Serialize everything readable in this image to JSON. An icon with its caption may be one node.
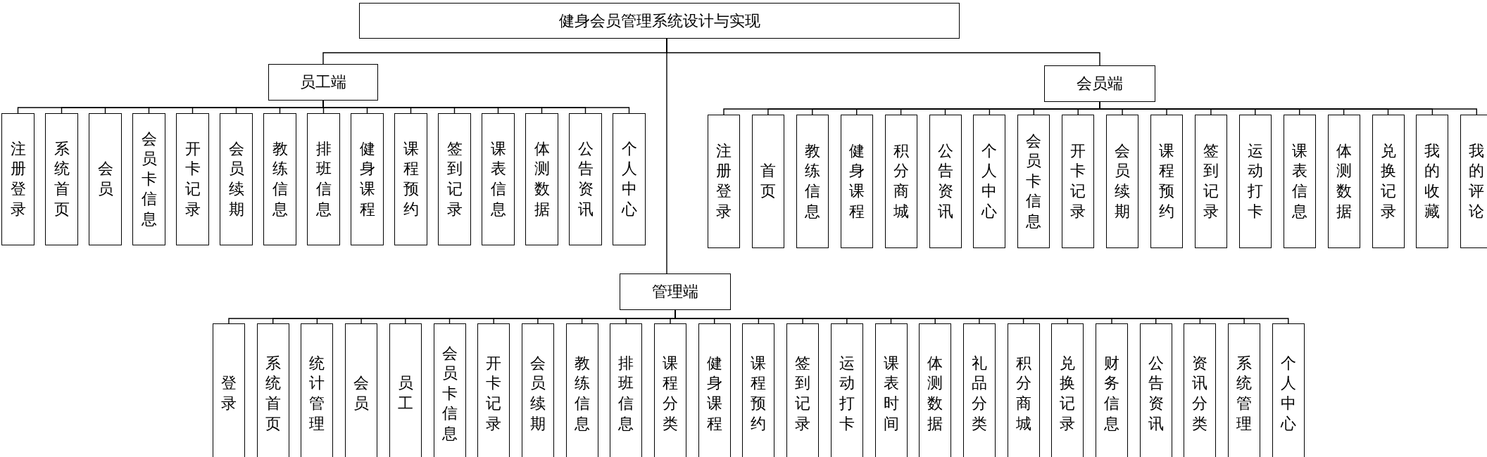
{
  "diagram": {
    "nodes": [
      {
        "text": [
          "健身会员管理系统设计与实现"
        ]
      },
      {
        "text": [
          "员工端"
        ]
      },
      {
        "text": [
          "会员端"
        ]
      },
      {
        "text": [
          "注册登录"
        ]
      },
      {
        "text": [
          "系统首页"
        ]
      },
      {
        "text": [
          "会员"
        ]
      },
      {
        "text": [
          "会员卡信息"
        ]
      },
      {
        "text": [
          "开卡记录"
        ]
      },
      {
        "text": [
          "会员续期"
        ]
      },
      {
        "text": [
          "教练信息"
        ]
      },
      {
        "text": [
          "排班信息"
        ]
      },
      {
        "text": [
          "健身课程"
        ]
      },
      {
        "text": [
          "课程预约"
        ]
      },
      {
        "text": [
          "签到记录"
        ]
      },
      {
        "text": [
          "课表信息"
        ]
      },
      {
        "text": [
          "体测数据"
        ]
      },
      {
        "text": [
          "公告资讯"
        ]
      },
      {
        "text": [
          "个人中心"
        ]
      },
      {
        "text": [
          "注册登录"
        ]
      },
      {
        "text": [
          "首页"
        ]
      },
      {
        "text": [
          "教练信息"
        ]
      },
      {
        "text": [
          "健身课程"
        ]
      },
      {
        "text": [
          "积分商城"
        ]
      },
      {
        "text": [
          "公告资讯"
        ]
      },
      {
        "text": [
          "个人中心"
        ]
      },
      {
        "text": [
          "会员卡信息"
        ]
      },
      {
        "text": [
          "开卡记录"
        ]
      },
      {
        "text": [
          "会员续期"
        ]
      },
      {
        "text": [
          "课程预约"
        ]
      },
      {
        "text": [
          "签到记录"
        ]
      },
      {
        "text": [
          "运动打卡"
        ]
      },
      {
        "text": [
          "课表信息"
        ]
      },
      {
        "text": [
          "体测数据"
        ]
      },
      {
        "text": [
          "兑换记录"
        ]
      },
      {
        "text": [
          "我的收藏"
        ]
      },
      {
        "text": [
          "我的评论"
        ]
      },
      {
        "text": [
          "管理端"
        ]
      },
      {
        "text": [
          "登录"
        ]
      },
      {
        "text": [
          "系统首页"
        ]
      },
      {
        "text": [
          "统计管理"
        ]
      },
      {
        "text": [
          "会员"
        ]
      },
      {
        "text": [
          "员工"
        ]
      },
      {
        "text": [
          "会员卡信息"
        ]
      },
      {
        "text": [
          "开卡记录"
        ]
      },
      {
        "text": [
          "会员续期"
        ]
      },
      {
        "text": [
          "教练信息"
        ]
      },
      {
        "text": [
          "排班信息"
        ]
      },
      {
        "text": [
          "课程分类"
        ]
      },
      {
        "text": [
          "健身课程"
        ]
      },
      {
        "text": [
          "课程预约"
        ]
      },
      {
        "text": [
          "签到记录"
        ]
      },
      {
        "text": [
          "运动打卡"
        ]
      },
      {
        "text": [
          "课表时间"
        ]
      },
      {
        "text": [
          "体测数据"
        ]
      },
      {
        "text": [
          "礼品分类"
        ]
      },
      {
        "text": [
          "积分商城"
        ]
      },
      {
        "text": [
          "兑换记录"
        ]
      },
      {
        "text": [
          "财务信息"
        ]
      },
      {
        "text": [
          "公告资讯"
        ]
      },
      {
        "text": [
          "资讯分类"
        ]
      },
      {
        "text": [
          "系统管理"
        ]
      },
      {
        "text": [
          "个人中心"
        ]
      }
    ],
    "edges": [
      {
        "from": 0,
        "to": 1,
        "arrow": "none"
      },
      {
        "from": 0,
        "to": 2,
        "arrow": "none"
      },
      {
        "from": 0,
        "to": 36,
        "arrow": "none"
      },
      {
        "from": 1,
        "to": 3,
        "arrow": "none"
      },
      {
        "from": 1,
        "to": 4,
        "arrow": "none"
      },
      {
        "from": 1,
        "to": 5,
        "arrow": "none"
      },
      {
        "from": 1,
        "to": 6,
        "arrow": "none"
      },
      {
        "from": 1,
        "to": 7,
        "arrow": "none"
      },
      {
        "from": 1,
        "to": 8,
        "arrow": "none"
      },
      {
        "from": 1,
        "to": 9,
        "arrow": "none"
      },
      {
        "from": 1,
        "to": 10,
        "arrow": "none"
      },
      {
        "from": 1,
        "to": 11,
        "arrow": "none"
      },
      {
        "from": 1,
        "to": 12,
        "arrow": "none"
      },
      {
        "from": 1,
        "to": 13,
        "arrow": "none"
      },
      {
        "from": 1,
        "to": 14,
        "arrow": "none"
      },
      {
        "from": 1,
        "to": 15,
        "arrow": "none"
      },
      {
        "from": 1,
        "to": 16,
        "arrow": "none"
      },
      {
        "from": 1,
        "to": 17,
        "arrow": "none"
      },
      {
        "from": 2,
        "to": 18,
        "arrow": "none"
      },
      {
        "from": 2,
        "to": 19,
        "arrow": "none"
      },
      {
        "from": 2,
        "to": 20,
        "arrow": "none"
      },
      {
        "from": 2,
        "to": 21,
        "arrow": "none"
      },
      {
        "from": 2,
        "to": 22,
        "arrow": "none"
      },
      {
        "from": 2,
        "to": 23,
        "arrow": "none"
      },
      {
        "from": 2,
        "to": 24,
        "arrow": "none"
      },
      {
        "from": 2,
        "to": 25,
        "arrow": "none"
      },
      {
        "from": 2,
        "to": 26,
        "arrow": "none"
      },
      {
        "from": 2,
        "to": 27,
        "arrow": "none"
      },
      {
        "from": 2,
        "to": 28,
        "arrow": "none"
      },
      {
        "from": 2,
        "to": 29,
        "arrow": "none"
      },
      {
        "from": 2,
        "to": 30,
        "arrow": "none"
      },
      {
        "from": 2,
        "to": 31,
        "arrow": "none"
      },
      {
        "from": 2,
        "to": 32,
        "arrow": "none"
      },
      {
        "from": 2,
        "to": 33,
        "arrow": "none"
      },
      {
        "from": 2,
        "to": 34,
        "arrow": "none"
      },
      {
        "from": 2,
        "to": 35,
        "arrow": "none"
      },
      {
        "from": 36,
        "to": 37,
        "arrow": "none"
      },
      {
        "from": 36,
        "to": 38,
        "arrow": "none"
      },
      {
        "from": 36,
        "to": 39,
        "arrow": "none"
      },
      {
        "from": 36,
        "to": 40,
        "arrow": "none"
      },
      {
        "from": 36,
        "to": 41,
        "arrow": "none"
      },
      {
        "from": 36,
        "to": 42,
        "arrow": "none"
      },
      {
        "from": 36,
        "to": 43,
        "arrow": "none"
      },
      {
        "from": 36,
        "to": 44,
        "arrow": "none"
      },
      {
        "from": 36,
        "to": 45,
        "arrow": "none"
      },
      {
        "from": 36,
        "to": 46,
        "arrow": "none"
      },
      {
        "from": 36,
        "to": 47,
        "arrow": "none"
      },
      {
        "from": 36,
        "to": 48,
        "arrow": "none"
      },
      {
        "from": 36,
        "to": 49,
        "arrow": "none"
      },
      {
        "from": 36,
        "to": 50,
        "arrow": "none"
      },
      {
        "from": 36,
        "to": 51,
        "arrow": "none"
      },
      {
        "from": 36,
        "to": 52,
        "arrow": "none"
      },
      {
        "from": 36,
        "to": 53,
        "arrow": "none"
      },
      {
        "from": 36,
        "to": 54,
        "arrow": "none"
      },
      {
        "from": 36,
        "to": 55,
        "arrow": "none"
      },
      {
        "from": 36,
        "to": 56,
        "arrow": "none"
      },
      {
        "from": 36,
        "to": 57,
        "arrow": "none"
      },
      {
        "from": 36,
        "to": 58,
        "arrow": "none"
      },
      {
        "from": 36,
        "to": 59,
        "arrow": "none"
      },
      {
        "from": 36,
        "to": 60,
        "arrow": "none"
      },
      {
        "from": 36,
        "to": 61,
        "arrow": "none"
      }
    ]
  }
}
